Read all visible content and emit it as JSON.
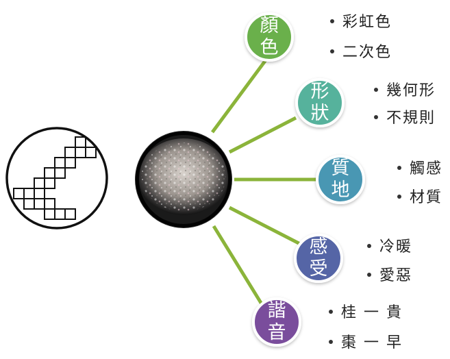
{
  "colors": {
    "connector": "#8bb43a",
    "hub_border": "#111111"
  },
  "icon": {
    "name": "stair-squares-icon"
  },
  "hub": {
    "image": "gravel-texture-photo"
  },
  "branches": [
    {
      "id": "color",
      "label_line1": "顏",
      "label_line2": "色",
      "fill": "#6ab04c",
      "items": [
        "彩虹色",
        "二次色"
      ]
    },
    {
      "id": "shape",
      "label_line1": "形",
      "label_line2": "狀",
      "fill": "#57b29c",
      "items": [
        "幾何形",
        "不規則"
      ]
    },
    {
      "id": "texture",
      "label_line1": "質",
      "label_line2": "地",
      "fill": "#4a97b3",
      "items": [
        "觸感",
        "材質"
      ]
    },
    {
      "id": "feeling",
      "label_line1": "感",
      "label_line2": "受",
      "fill": "#5565a6",
      "items": [
        "冷暖",
        "愛惡"
      ]
    },
    {
      "id": "homophone",
      "label_line1": "諧",
      "label_line2": "音",
      "fill": "#7a4e9c",
      "items": [
        "桂 一 貴",
        "棗 一 早"
      ]
    }
  ]
}
